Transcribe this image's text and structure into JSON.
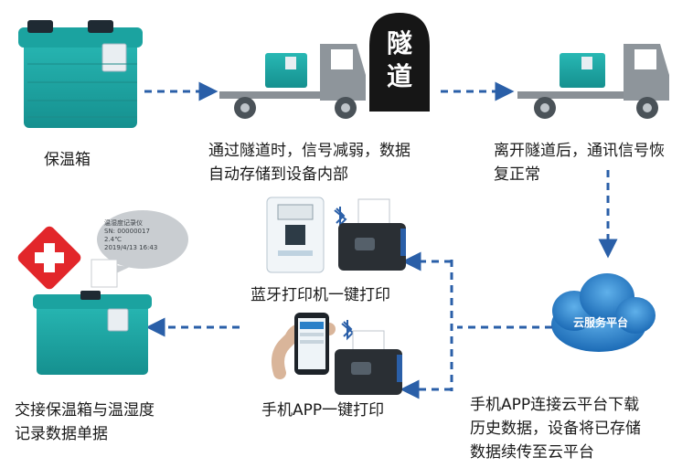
{
  "labels": {
    "cooler": "保温箱",
    "tunnel_line1": "通过隧道时，信号减弱，数据",
    "tunnel_line2": "自动存储到设备内部",
    "exit_line1": "离开隧道后，通讯信号恢",
    "exit_line2": "复正常",
    "bt_print": "蓝牙打印机一键打印",
    "app_print": "手机APP一键打印",
    "cloud_line1": "手机APP连接云平台下载",
    "cloud_line2": "历史数据，设备将已存储",
    "cloud_line3": "数据续传至云平台",
    "handover_line1": "交接保温箱与温湿度",
    "handover_line2": "记录数据单据"
  },
  "tunnel_sign": {
    "char1": "隧",
    "char2": "道"
  },
  "cloud": {
    "label": "云服务平台"
  },
  "receipt": {
    "line1": "温湿度记录仪",
    "line2": "SN: 00000017",
    "line3": "2.4℃",
    "line4": "2019/4/13 16:43"
  },
  "colors": {
    "arrow": "#2a5fa8",
    "teal": "#1aa7a7",
    "cloud": "#2a80c8",
    "medical_red": "#e2262a"
  },
  "icons": [
    "bluetooth-icon",
    "medical-cross-icon",
    "cloud-icon"
  ]
}
